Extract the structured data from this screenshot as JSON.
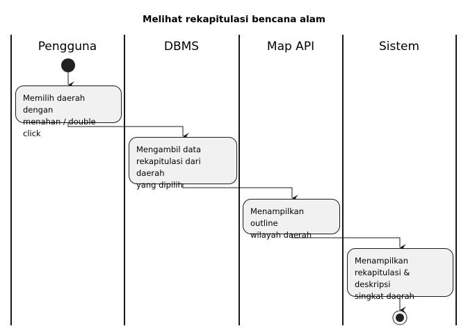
{
  "diagram": {
    "title": "Melihat rekapitulasi bencana alam",
    "swimlanes": [
      {
        "label": "Pengguna"
      },
      {
        "label": "DBMS"
      },
      {
        "label": "Map API"
      },
      {
        "label": "Sistem"
      }
    ],
    "activities": [
      {
        "lane": "Pengguna",
        "text": "Memilih daerah dengan\nmenahan / double click"
      },
      {
        "lane": "DBMS",
        "text": "Mengambil data\nrekapitulasi dari daerah\nyang dipilih"
      },
      {
        "lane": "Map API",
        "text": "Menampilkan outline\nwilayah daerah"
      },
      {
        "lane": "Sistem",
        "text": "Menampilkan\nrekapitulasi & deskripsi\nsingkat daerah"
      }
    ],
    "colors": {
      "activity_fill": "#f1f1f1",
      "line": "#181818",
      "background": "#ffffff"
    }
  }
}
